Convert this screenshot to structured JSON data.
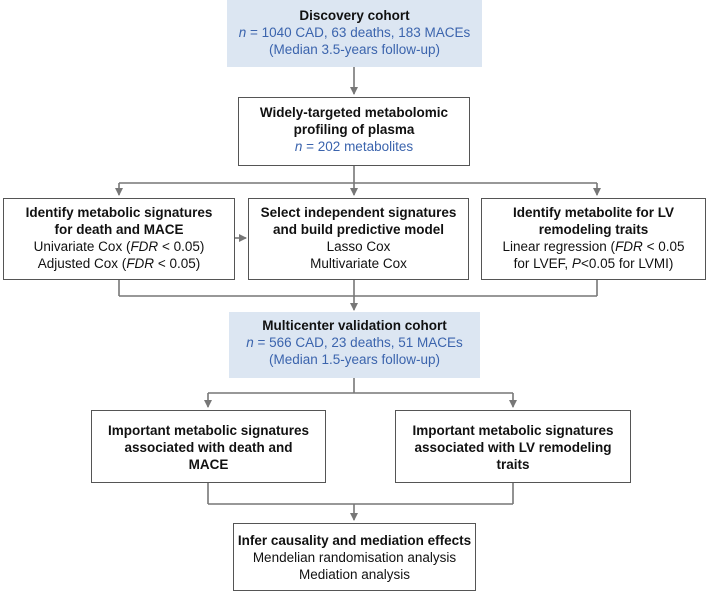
{
  "colors": {
    "line": "#777777",
    "shaded_fill": "#dce6f2",
    "accent_text": "#3b64ad",
    "border": "#555555"
  },
  "discovery": {
    "title": "Discovery cohort",
    "n_label": "n",
    "stats": " = 1040 CAD, 63 deaths, 183 MACEs",
    "followup": "(Median 3.5-years follow-up)"
  },
  "profiling": {
    "title_line1": "Widely-targeted metabolomic",
    "title_line2": "profiling of plasma",
    "n_label": "n",
    "stats": " = 202 metabolites"
  },
  "identify_signatures": {
    "title_line1": "Identify metabolic signatures",
    "title_line2": "for death and MACE",
    "line1_a": "Univariate Cox (",
    "line1_ital": "FDR",
    "line1_b": " < 0.05)",
    "line2_a": "Adjusted Cox (",
    "line2_ital": "FDR",
    "line2_b": " < 0.05)"
  },
  "select_signatures": {
    "title_line1": "Select independent signatures",
    "title_line2": "and build predictive model",
    "line1": "Lasso Cox",
    "line2": "Multivariate Cox"
  },
  "lv_remodeling": {
    "title_line1": "Identify metabolite for LV",
    "title_line2": "remodeling traits",
    "line1_a": "Linear regression (",
    "line1_ital": "FDR",
    "line1_b": " < 0.05",
    "line2_a": "for LVEF, ",
    "line2_ital": "P",
    "line2_b": "<0.05 for LVMI)"
  },
  "validation": {
    "title": "Multicenter validation cohort",
    "n_label": "n",
    "stats": " = 566 CAD, 23 deaths, 51 MACEs",
    "followup": "(Median 1.5-years follow-up)"
  },
  "important_death": {
    "line1": "Important metabolic signatures",
    "line2": "associated with death and",
    "line3": "MACE"
  },
  "important_lv": {
    "line1": "Important metabolic signatures",
    "line2": "associated with LV remodeling",
    "line3": "traits"
  },
  "causality": {
    "title": "Infer causality and mediation effects",
    "line1": "Mendelian randomisation analysis",
    "line2": "Mediation analysis"
  }
}
